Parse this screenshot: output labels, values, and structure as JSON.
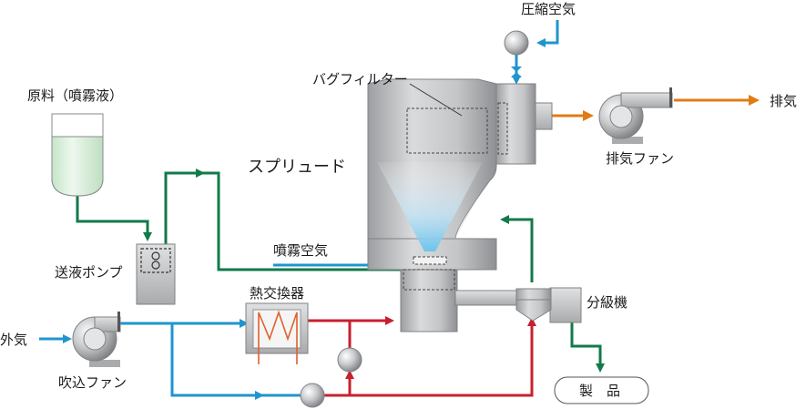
{
  "labels": {
    "compressed_air": "圧縮空気",
    "bag_filter": "バグフィルター",
    "exhaust": "排気",
    "exhaust_fan": "排気ファン",
    "raw_material": "原料（噴霧液）",
    "spray_dryer": "スプリュード",
    "atomizing_air": "噴霧空気",
    "feed_pump": "送液ポンプ",
    "heat_exchanger": "熱交換器",
    "classifier": "分級機",
    "outside_air": "外気",
    "intake_fan": "吹込ファン",
    "product": "製　品"
  },
  "colors": {
    "air_line": "#1f95cf",
    "hot_air_line": "#c8202f",
    "product_line": "#127a4a",
    "exhaust_line": "#e07c14",
    "equipment": "#b9bbbd",
    "liquid": "#d9efd9"
  }
}
